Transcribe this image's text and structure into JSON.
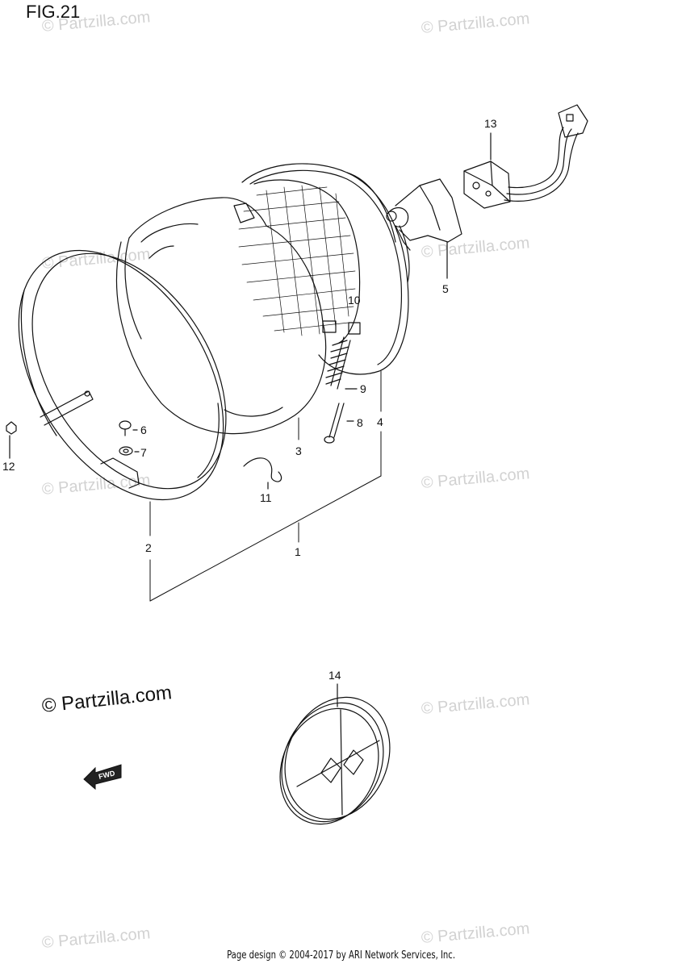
{
  "figure": {
    "title": "FIG.21"
  },
  "watermark": {
    "text": "© Partzilla.com",
    "feature_text": "© Partzilla.com"
  },
  "footer": {
    "text": "Page design © 2004-2017 by ARI Network Services, Inc."
  },
  "direction_marker": {
    "label": "FWD",
    "icon": "forward-arrow-icon"
  },
  "callouts": [
    {
      "id": "1",
      "label": "1"
    },
    {
      "id": "2",
      "label": "2"
    },
    {
      "id": "3",
      "label": "3"
    },
    {
      "id": "4",
      "label": "4"
    },
    {
      "id": "5",
      "label": "5"
    },
    {
      "id": "6",
      "label": "6"
    },
    {
      "id": "7",
      "label": "7"
    },
    {
      "id": "8",
      "label": "8"
    },
    {
      "id": "9",
      "label": "9"
    },
    {
      "id": "10",
      "label": "10"
    },
    {
      "id": "11",
      "label": "11"
    },
    {
      "id": "12",
      "label": "12"
    },
    {
      "id": "13",
      "label": "13"
    },
    {
      "id": "14",
      "label": "14"
    }
  ]
}
